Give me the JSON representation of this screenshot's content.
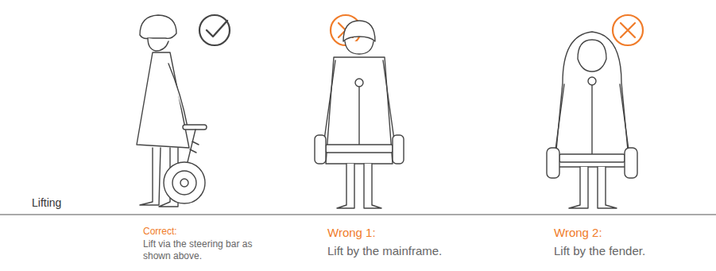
{
  "diagram": {
    "labels": [
      "Lifting",
      "Correct:",
      "Lift via the steering bar as shown above.",
      "Wrong 1:",
      "Lift by the mainframe.",
      "Wrong 2:",
      "Lift by the fender."
    ]
  }
}
